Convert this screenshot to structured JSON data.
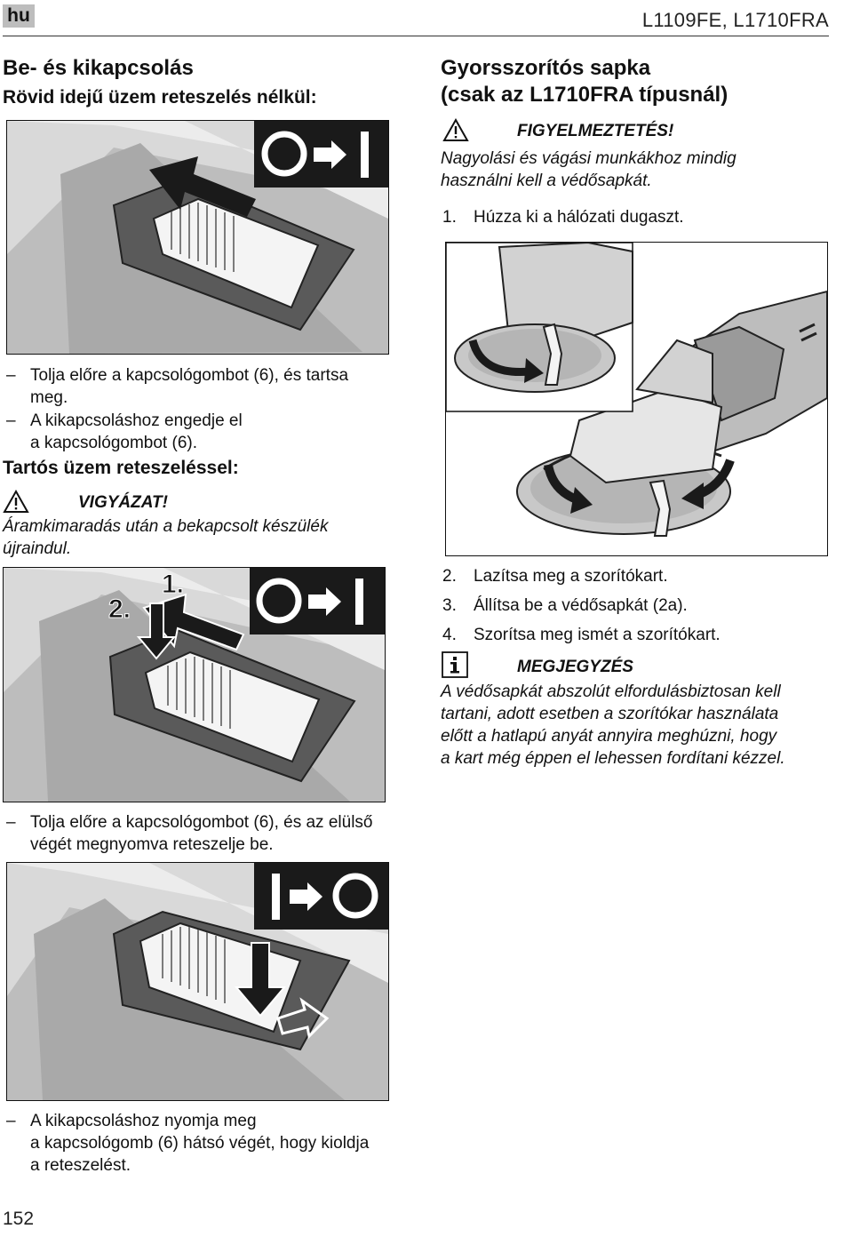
{
  "header": {
    "lang": "hu",
    "model": "L1109FE, L1710FRA"
  },
  "left": {
    "title": "Be- és kikapcsolás",
    "subtitle1": "Rövid idejű üzem reteszelés nélkül:",
    "bullets1": [
      [
        "Tolja előre a kapcsológombot (6), és tartsa",
        "meg."
      ],
      [
        "A kikapcsoláshoz engedje el",
        "a kapcsológombot (6)."
      ]
    ],
    "subtitle2": "Tartós üzem reteszeléssel:",
    "caution": {
      "title": "VIGYÁZAT!",
      "lines": [
        "Áramkimaradás után a bekapcsolt készülék",
        "újraindul."
      ]
    },
    "fig2_labels": {
      "step1": "1.",
      "step2": "2."
    },
    "bullets2": [
      [
        "Tolja előre a kapcsológombot (6), és az elülső",
        "végét megnyomva reteszelje be."
      ]
    ],
    "bullets3": [
      [
        "A kikapcsoláshoz nyomja meg",
        "a kapcsológomb (6) hátsó végét, hogy kioldja",
        "a reteszelést."
      ]
    ]
  },
  "right": {
    "title_lines": [
      "Gyorsszorítós sapka",
      "(csak az L1710FRA típusnál)"
    ],
    "warning": {
      "title": "FIGYELMEZTETÉS!",
      "lines": [
        "Nagyolási és vágási munkákhoz mindig",
        "használni kell a védősapkát."
      ]
    },
    "steps_before": [
      {
        "n": "1.",
        "t": "Húzza ki a hálózati dugaszt."
      }
    ],
    "steps_after": [
      {
        "n": "2.",
        "t": "Lazítsa meg a szorítókart."
      },
      {
        "n": "3.",
        "t": "Állítsa be a védősapkát (2a)."
      },
      {
        "n": "4.",
        "t": "Szorítsa meg ismét a szorítókart."
      }
    ],
    "note": {
      "title": "MEGJEGYZÉS",
      "lines": [
        "A védősapkát abszolút elfordulásbiztosan kell",
        "tartani, adott esetben a szorítókar használata",
        "előtt a hatlapú anyát annyira meghúzni, hogy",
        "a kart még éppen el lehessen fordítani kézzel."
      ]
    }
  },
  "footer": {
    "page": "152"
  },
  "icons": [
    "warning-triangle-icon",
    "info-icon",
    "switch-on-symbol-icon",
    "switch-off-symbol-icon"
  ]
}
